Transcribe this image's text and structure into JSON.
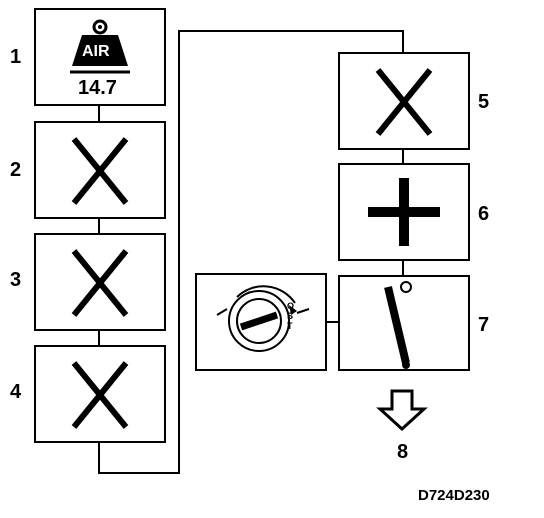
{
  "steps": {
    "s1": {
      "label": "1",
      "icon": "air-pressure-weight-icon",
      "icon_text": "AIR",
      "value": "14.7"
    },
    "s2": {
      "label": "2",
      "icon": "x-icon"
    },
    "s3": {
      "label": "3",
      "icon": "x-icon"
    },
    "s4": {
      "label": "4",
      "icon": "x-icon"
    },
    "s5": {
      "label": "5",
      "icon": "x-icon"
    },
    "s6": {
      "label": "6",
      "icon": "plus-icon"
    },
    "s7": {
      "label": "7",
      "icon": "toggle-switch-icon"
    },
    "s8": {
      "label": "8",
      "icon": "down-arrow-icon"
    }
  },
  "ignition": {
    "icon": "ignition-key-icon",
    "marks": [
      "O",
      "S",
      "T"
    ]
  },
  "figure_code": "D724D230"
}
